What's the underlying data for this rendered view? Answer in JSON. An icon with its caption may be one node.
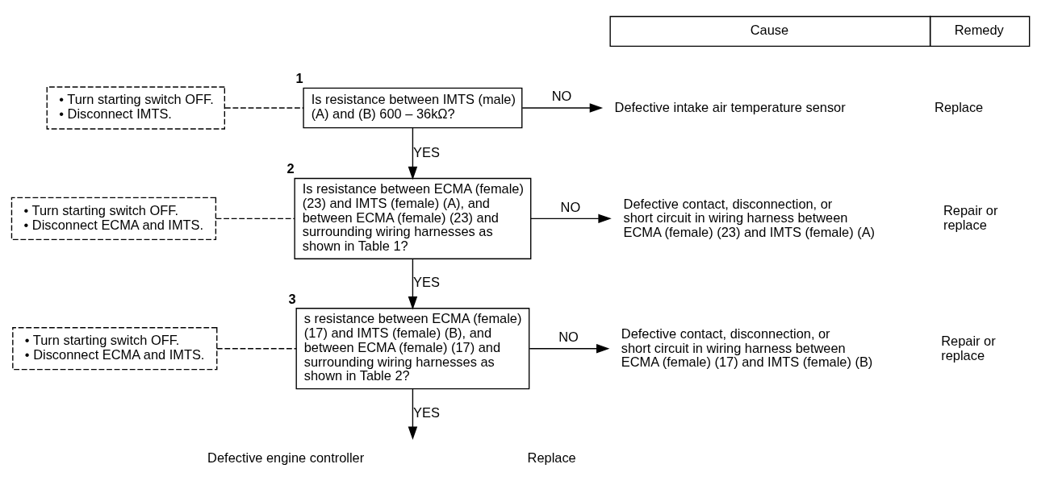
{
  "diagram": {
    "nodes": [
      {
        "text": [
          "• Turn starting switch OFF.",
          "• Disconnect IMTS."
        ]
      },
      {
        "text": [
          "Is resistance between IMTS (male) (A) and (B) 600 – 36kΩ?"
        ],
        "beside": [
          "1"
        ]
      },
      {
        "text": [
          "Defective intake air temperature sensor"
        ],
        "beside": [
          "Replace"
        ]
      },
      {
        "text": [
          "• Turn starting switch OFF.",
          "• Disconnect ECMA and IMTS."
        ]
      },
      {
        "text": [
          "Is resistance between ECMA (female) (23) and IMTS (female) (A), and between ECMA (female) (23) and surrounding wiring harnesses as shown in Table 1?"
        ],
        "beside": [
          "2"
        ]
      },
      {
        "text": [
          "Defective contact, disconnection, or short circuit in wiring harness between ECMA (female) (23) and IMTS (female) (A)"
        ],
        "beside": [
          "Repair or replace"
        ]
      },
      {
        "text": [
          "• Turn starting switch OFF.",
          "• Disconnect ECMA and IMTS."
        ]
      },
      {
        "text": [
          "s resistance between ECMA (female) (17) and IMTS (female) (B), and between ECMA (female) (17) and surrounding wiring harnesses as shown in Table 2?"
        ],
        "beside": [
          "3"
        ]
      },
      {
        "text": [
          "Defective contact, disconnection, or short circuit in wiring harness between ECMA (female) (17) and IMTS (female) (B)"
        ],
        "beside": [
          "Repair or replace"
        ]
      },
      {
        "text": [
          "Defective engine controller"
        ],
        "beside": [
          "Replace"
        ]
      }
    ],
    "edges": [
      {
        "from": 0,
        "to": 1,
        "arrow": "none",
        "style": "dashed"
      },
      {
        "from": 1,
        "to": 2,
        "arrow": "to",
        "label": "NO"
      },
      {
        "from": 1,
        "to": 4,
        "arrow": "to",
        "label": "YES"
      },
      {
        "from": 3,
        "to": 4,
        "arrow": "none",
        "style": "dashed"
      },
      {
        "from": 4,
        "to": 5,
        "arrow": "to",
        "label": "NO"
      },
      {
        "from": 4,
        "to": 7,
        "arrow": "to",
        "label": "YES"
      },
      {
        "from": 6,
        "to": 7,
        "arrow": "none",
        "style": "dashed"
      },
      {
        "from": 7,
        "to": 8,
        "arrow": "to",
        "label": "NO"
      },
      {
        "from": 7,
        "to": 9,
        "arrow": "to",
        "label": "YES"
      }
    ],
    "labels": [
      "Cause",
      "Remedy"
    ]
  }
}
